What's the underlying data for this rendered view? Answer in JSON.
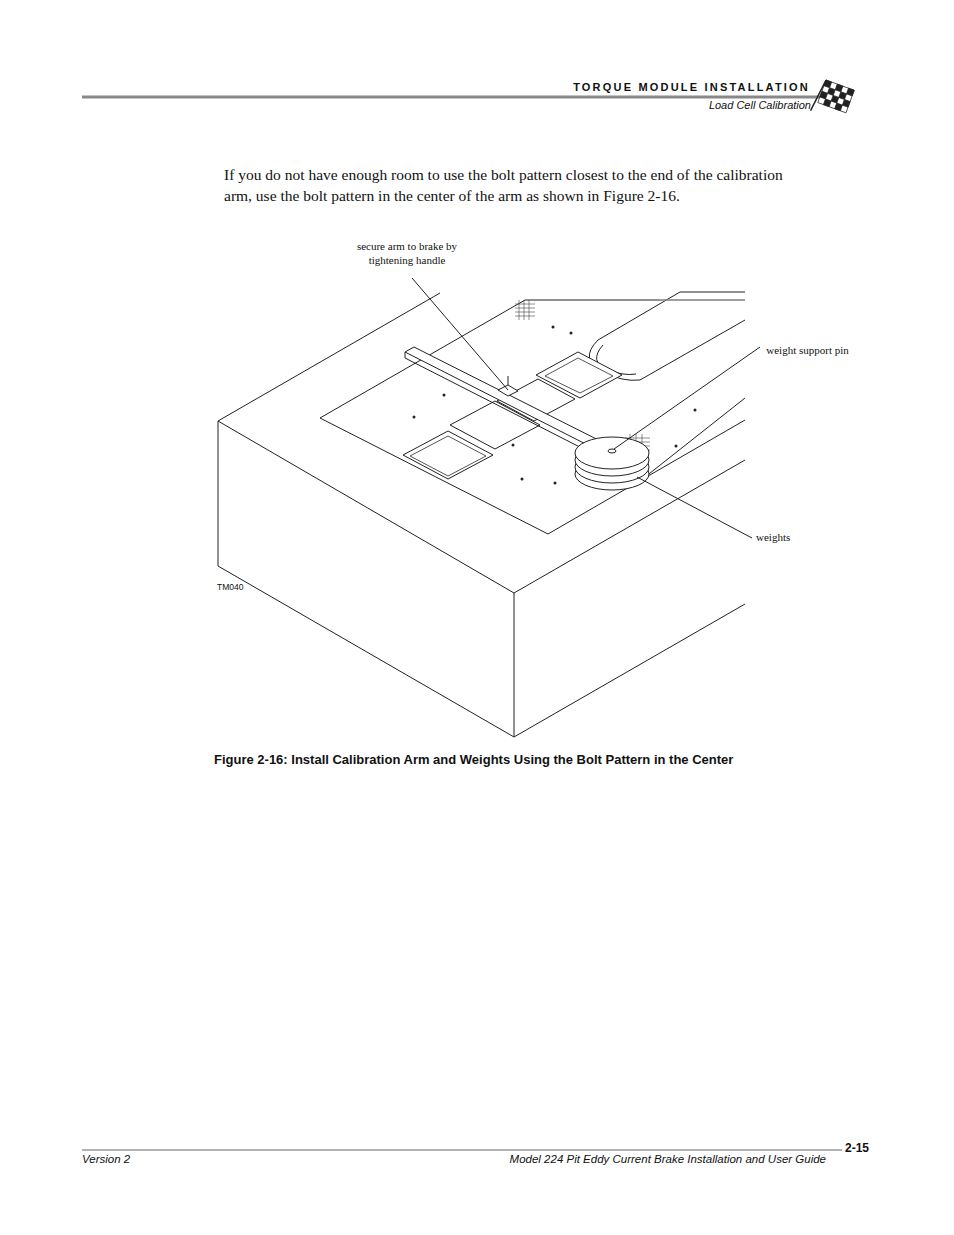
{
  "diagram": {
    "caption": "Figure 2-16: Install Calibration Arm and Weights Using the Bolt Pattern in the Center",
    "labels": [
      "TORQUE MODULE INSTALLATION",
      "Load Cell Calibration",
      "If you do not have enough room to use the bolt pattern closest to the end of the calibration arm, use the bolt pattern in the center of the arm as shown in Figure 2-16.",
      "secure arm to brake by tightening handle",
      "weight support pin",
      "weights",
      "TM040",
      "Version 2",
      "2-15",
      "Model 224 Pit Eddy Current Brake Installation and User Guide"
    ]
  }
}
